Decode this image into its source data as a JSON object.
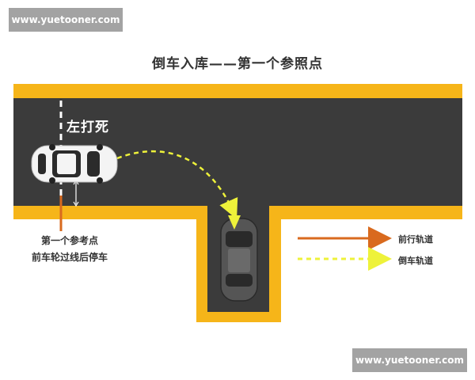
{
  "watermark_top": "www.yuetooner.com",
  "watermark_bottom": "www.yuetooner.com",
  "title": "倒车入库——第一个参照点",
  "road_label": "左打死",
  "reference_note": {
    "line1": "第一个参考点",
    "line2": "前车轮过线后停车"
  },
  "legend": {
    "forward": {
      "label": "前行轨道",
      "color": "#d96a1e"
    },
    "reverse": {
      "label": "倒车轨道",
      "color": "#eef23a"
    }
  },
  "colors": {
    "road": "#3b3b3b",
    "curb": "#f6b519",
    "dashed_line": "#ffffff",
    "reference_line": "#d96a1e"
  }
}
